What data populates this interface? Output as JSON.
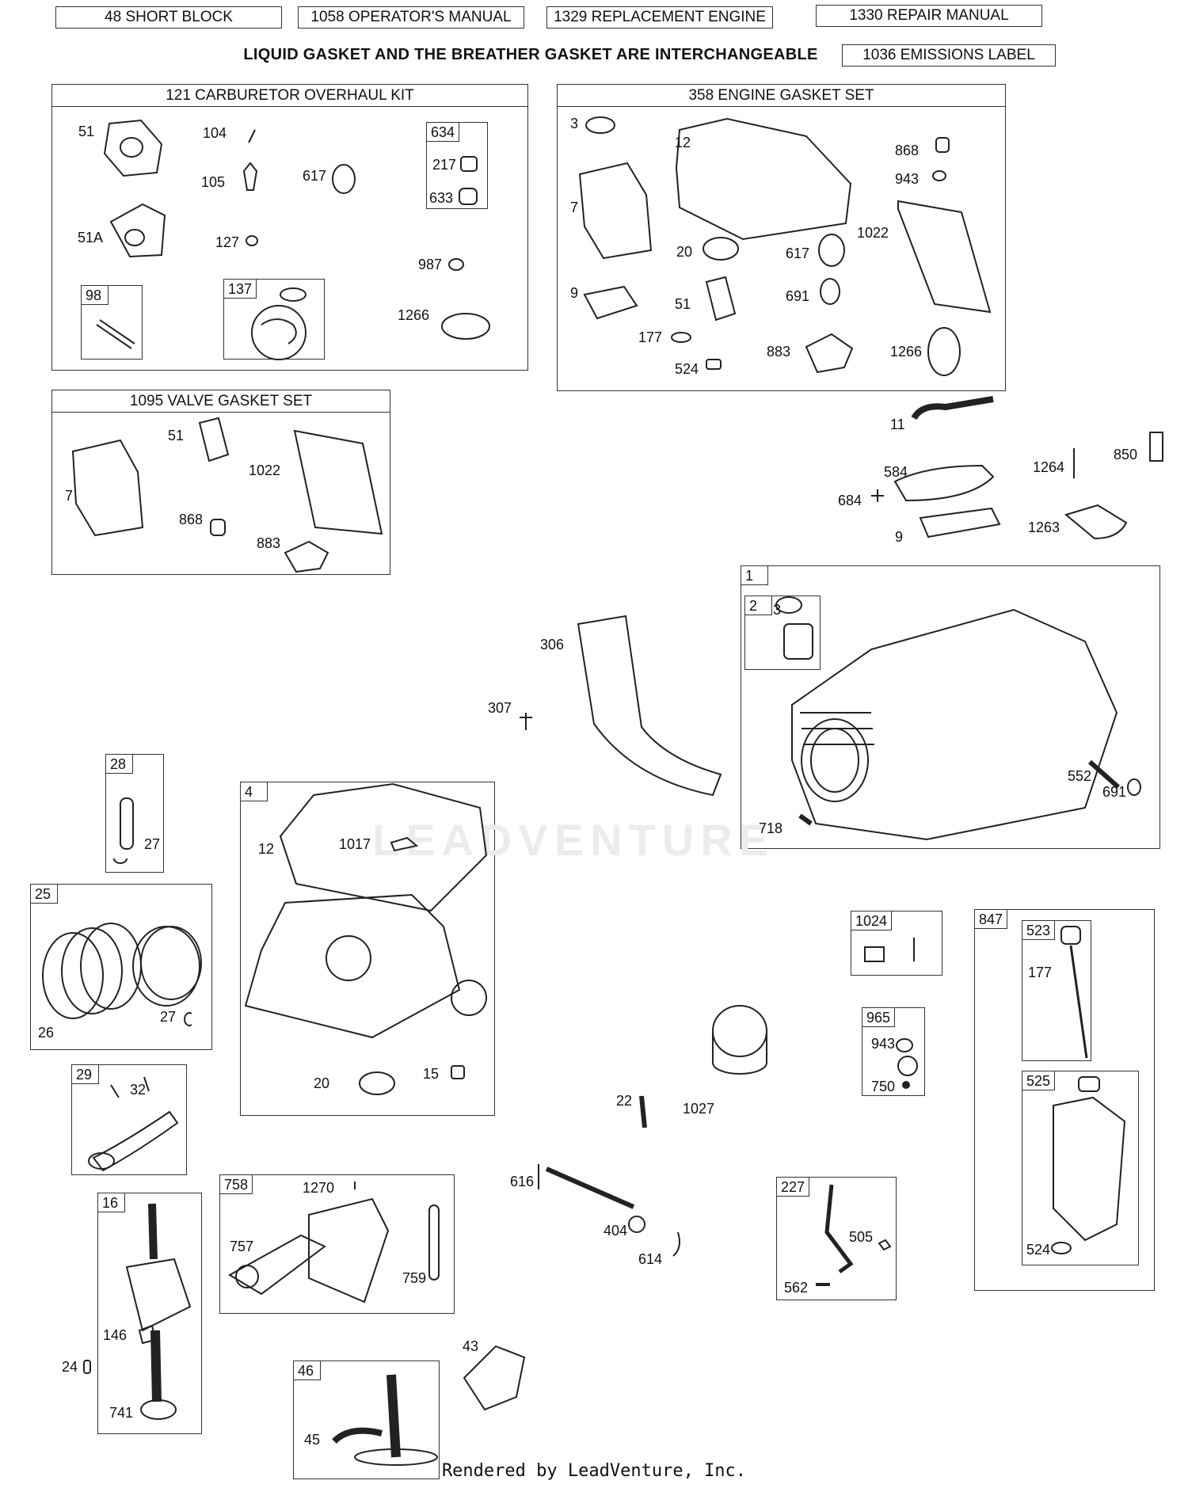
{
  "header_buttons": [
    "48 SHORT BLOCK",
    "1058 OPERATOR'S MANUAL",
    "1329 REPLACEMENT ENGINE",
    "1330 REPAIR MANUAL",
    "1036 EMISSIONS LABEL"
  ],
  "notice": "LIQUID GASKET AND THE BREATHER GASKET ARE INTERCHANGEABLE",
  "groups": {
    "carb_kit": "121 CARBURETOR OVERHAUL KIT",
    "engine_gasket": "358 ENGINE GASKET SET",
    "valve_gasket": "1095 VALVE GASKET SET"
  },
  "boxes": {
    "b634": "634",
    "b98": "98",
    "b137": "137",
    "b1": "1",
    "b2": "2",
    "b28": "28",
    "b4": "4",
    "b25": "25",
    "b29": "29",
    "b16": "16",
    "b758": "758",
    "b46": "46",
    "b1024": "1024",
    "b965": "965",
    "b847": "847",
    "b523": "523",
    "b525": "525",
    "b227": "227"
  },
  "labels": {
    "c51": "51",
    "c104": "104",
    "c105": "105",
    "c617": "617",
    "c217": "217",
    "c633": "633",
    "c51a": "51A",
    "c127": "127",
    "c987": "987",
    "c1266": "1266",
    "e3": "3",
    "e12": "12",
    "e868": "868",
    "e943": "943",
    "e7": "7",
    "e1022": "1022",
    "e20": "20",
    "e617": "617",
    "e9": "9",
    "e51": "51",
    "e691": "691",
    "e177": "177",
    "e524": "524",
    "e883": "883",
    "e1266": "1266",
    "v7": "7",
    "v51": "51",
    "v1022": "1022",
    "v868": "868",
    "v883": "883",
    "p11": "11",
    "p584": "584",
    "p684": "684",
    "p9": "9",
    "p1264": "1264",
    "p850": "850",
    "p1263": "1263",
    "p306": "306",
    "p307": "307",
    "p3": "3",
    "p552": "552",
    "p691": "691",
    "p718": "718",
    "p27a": "27",
    "p12": "12",
    "p1017": "1017",
    "p20": "20",
    "p15": "15",
    "p26": "26",
    "p27b": "27",
    "p32": "32",
    "p24": "24",
    "p146": "146",
    "p741": "741",
    "p1270": "1270",
    "p757": "757",
    "p759": "759",
    "p43": "43",
    "p45": "45",
    "p22": "22",
    "p1027": "1027",
    "p616": "616",
    "p404": "404",
    "p614": "614",
    "p943": "943",
    "p750": "750",
    "p505": "505",
    "p562": "562",
    "p177": "177",
    "p524": "524"
  },
  "watermark": "LEADVENTURE",
  "footer": "Rendered by LeadVenture, Inc."
}
